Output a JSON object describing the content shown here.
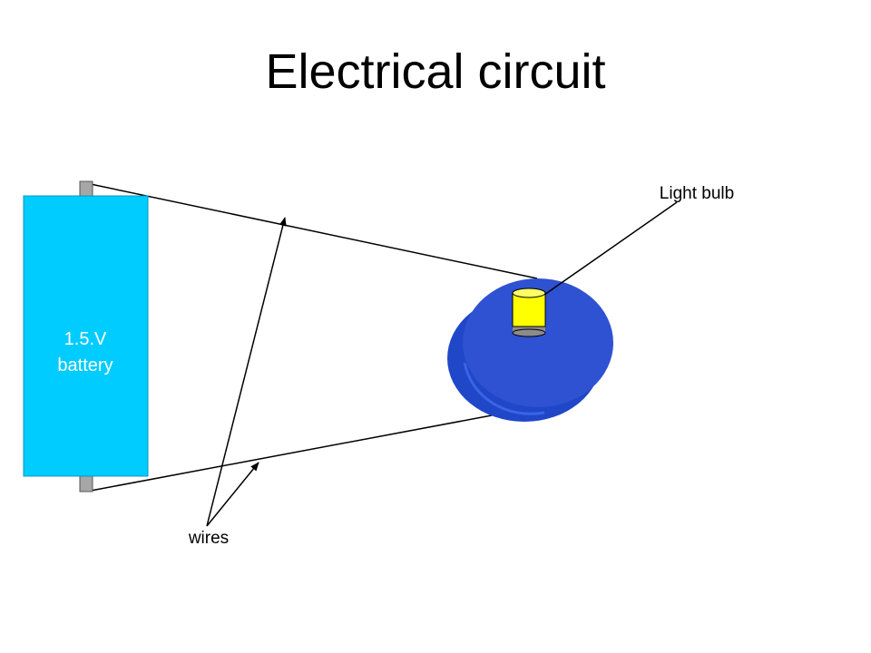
{
  "title": "Electrical circuit",
  "battery": {
    "label_line1": "1.5.V",
    "label_line2": "battery",
    "body_color": "#00CCFF",
    "terminal_color": "#A6A6A6"
  },
  "bulb": {
    "label": "Light bulb",
    "glass_color": "#FFFF00",
    "base_color": "#8C8C8C"
  },
  "holder": {
    "color": "#2E52D2"
  },
  "wires": {
    "label": "wires",
    "color": "#000000"
  }
}
